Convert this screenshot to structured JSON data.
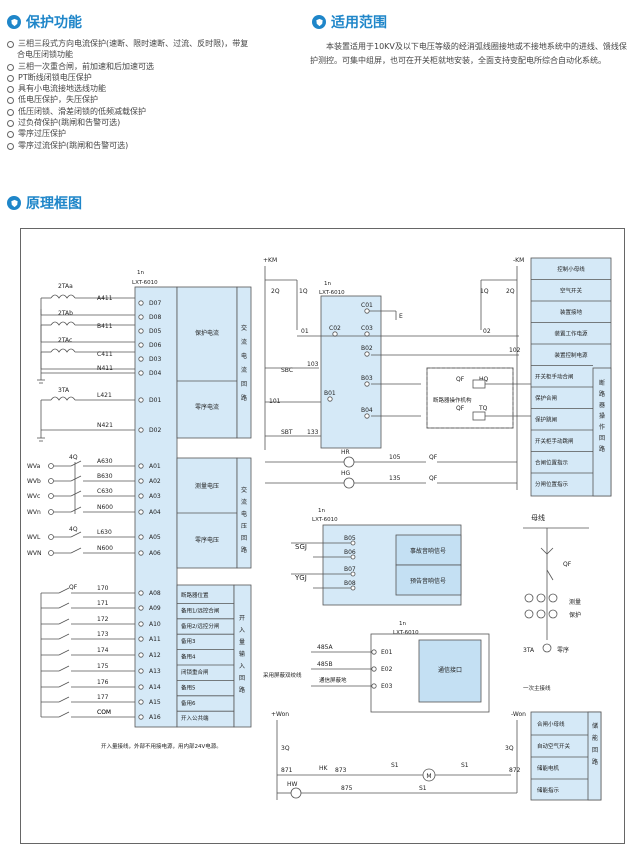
{
  "sections": {
    "protection": "保护功能",
    "scope": "适用范围",
    "diagram": "原理框图"
  },
  "features": [
    "三相三段式方向电流保护(速断、限时速断、过流、反时限)，带复",
    "合电压闭锁功能",
    "三相一次重合闸，前加速和后加速可选",
    "PT断线闭锁电压保护",
    "具有小电流接地选线功能",
    "低电压保护，失压保护",
    "低压闭锁、滑差闭锁的低频减载保护",
    "过负荷保护(跳闸和告警可选)",
    "零序过压保护",
    "零序过流保护(跳闸和告警可选)"
  ],
  "scope_text": "本装置适用于10KV及以下电压等级的经消弧线圈接地或不接地系统中的进线、馈线保护测控。可集中组屏，也可在开关柜就地安装，全面支持变配电所综合自动化系统。",
  "diagram": {
    "dev": "1n",
    "model": "LXT-6010",
    "left_terms": [
      "D07",
      "D08",
      "D05",
      "D06",
      "D03",
      "D04",
      "D01",
      "D02",
      "A01",
      "A02",
      "A03",
      "A04",
      "A05",
      "A06",
      "A08",
      "A09",
      "A10",
      "A11",
      "A12",
      "A13",
      "A14",
      "A15",
      "A16"
    ],
    "ct": [
      "2TAa",
      "2TAb",
      "2TAc",
      "3TA"
    ],
    "wires_cur": [
      "A411",
      "B411",
      "C411",
      "N411",
      "L421",
      "N421"
    ],
    "vt": [
      "WVa",
      "WVb",
      "WVc",
      "WVn",
      "WVL",
      "WVN"
    ],
    "wires_vol": [
      "A630",
      "B630",
      "C630",
      "N600",
      "L630",
      "N600"
    ],
    "q4": "4Q",
    "cur_labels": [
      "保护电流",
      "零序电流"
    ],
    "cur_group": "交流电流回路",
    "vol_labels": [
      "测量电压",
      "零序电压"
    ],
    "vol_group": "交流电压回路",
    "input_labels": [
      "断路器位置",
      "备用1/远控合闸",
      "备用2/远控分闸",
      "备用3",
      "备用4",
      "闭锁重合闸",
      "备用5",
      "备用6",
      "开入公共端"
    ],
    "input_group": "开入量输入回路",
    "input_wires": [
      "QF",
      "170",
      "171",
      "172",
      "173",
      "174",
      "175",
      "176",
      "177",
      "COM"
    ],
    "input_note": "开入量接线，外部不用接电源，用内部24V电源。",
    "km_plus": "+KM",
    "km_minus": "-KM",
    "q": [
      "2Q",
      "1Q",
      "1Q",
      "2Q"
    ],
    "mid_terms": [
      "C01",
      "C02",
      "C03",
      "B02",
      "B03",
      "B01",
      "B04"
    ],
    "e": "E",
    "wn": [
      "01",
      "02",
      "102",
      "103",
      "101",
      "133",
      "105",
      "135"
    ],
    "sbc": "SBC",
    "sbt": "SBT",
    "hr": "HR",
    "hg": "HG",
    "qf": "QF",
    "hq": "HQ",
    "tq": "TQ",
    "breaker_mech": "断路器操作机构",
    "right_labels": [
      "控制小母线",
      "空气开关",
      "装置接地",
      "装置工作电源",
      "装置控制电源",
      "开关柜手动合闸",
      "保护合闸",
      "保护跳闸",
      "开关柜手动跳闸",
      "合闸位置指示",
      "分闸位置指示"
    ],
    "right_group": "断路器操作回路",
    "sig_terms": [
      "B05",
      "B06",
      "B07",
      "B08"
    ],
    "sig_wires": [
      "SGJ",
      "YGJ"
    ],
    "sig_labels": [
      "事故音响信号",
      "预告音响信号"
    ],
    "comm_terms": [
      "E01",
      "E02",
      "E03"
    ],
    "comm_wires": [
      "485A",
      "485B"
    ],
    "comm_note1": "采用屏蔽双绞线",
    "comm_note2": "通信屏蔽地",
    "comm_label": "通信接口",
    "busbar": "母线",
    "measure": "测量",
    "protect": "保护",
    "zero": "零序",
    "ta3": "3TA",
    "primary": "一次主接线",
    "won_plus": "+Won",
    "won_minus": "-Won",
    "q3": [
      "3Q",
      "3Q"
    ],
    "won_wires": [
      "871",
      "873",
      "875",
      "872"
    ],
    "hk": "HK",
    "hw": "HW",
    "s1": [
      "S1",
      "S1",
      "S1"
    ],
    "m": "M",
    "won_labels": [
      "合闸小母线",
      "自动空气开关",
      "储能电机",
      "储能指示"
    ],
    "won_group": "储能回路"
  }
}
